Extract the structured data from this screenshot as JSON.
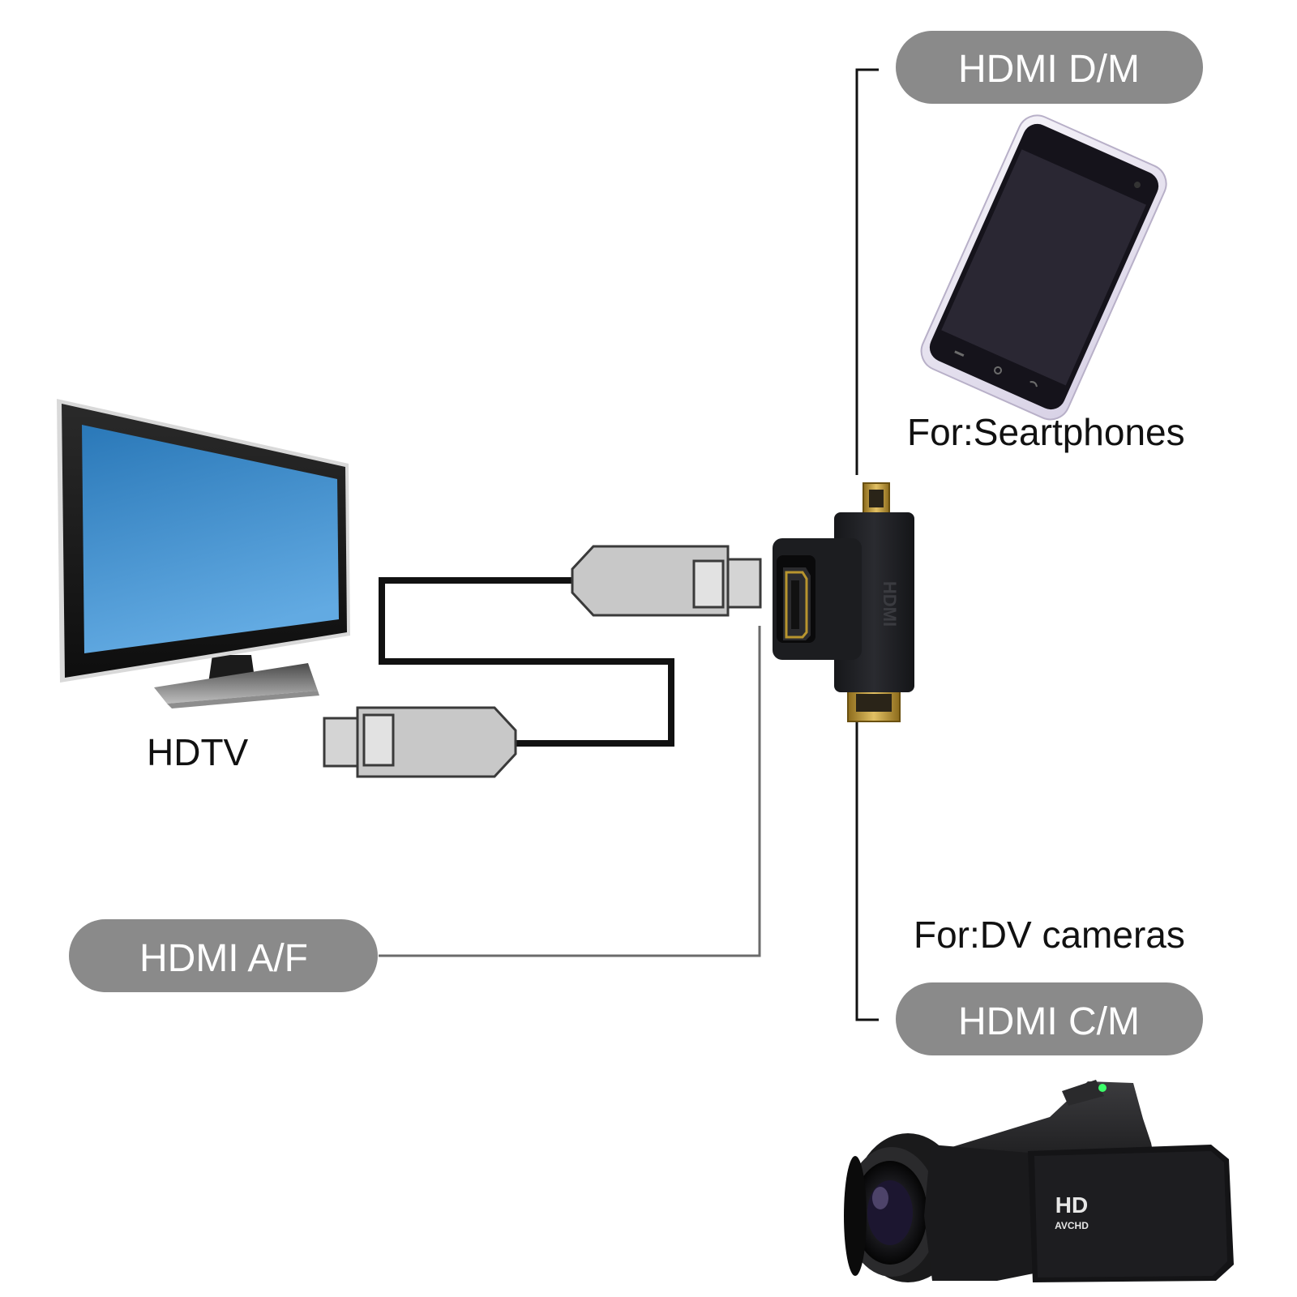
{
  "labels": {
    "hdmi_dm": "HDMI D/M",
    "smartphones": "For:Seartphones",
    "hdtv": "HDTV",
    "hdmi_af": "HDMI A/F",
    "dv_cameras": "For:DV cameras",
    "hdmi_cm": "HDMI C/M"
  },
  "camcorder": {
    "badge": "HD",
    "badge_sub": "AVCHD"
  },
  "adapter": {
    "emboss": "HDMI"
  },
  "colors": {
    "pill_bg": "#8a8a8a",
    "plug_fill": "#c8c8c8",
    "cable": "#111111",
    "leader_line": "#6b6b6b",
    "tv_screen_top": "#2e7fc0",
    "tv_screen_bottom": "#5aa3de",
    "phone_screen": "#25222f",
    "adapter_body": "#1e1f22",
    "gold": "#c9a23a"
  },
  "icons": [
    "tv-icon",
    "smartphone-icon",
    "camcorder-icon",
    "hdmi-adapter-icon",
    "hdmi-plug-icon"
  ]
}
